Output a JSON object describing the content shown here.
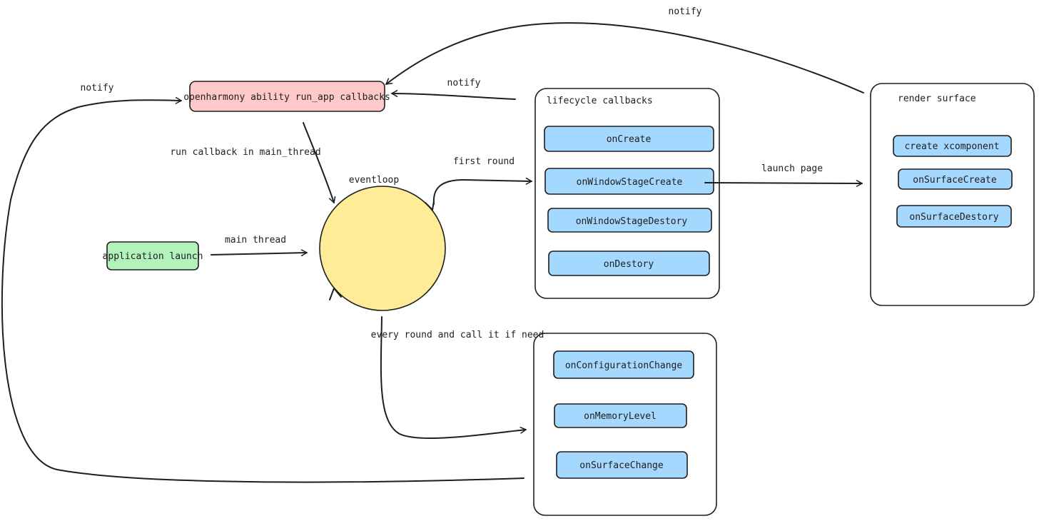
{
  "colors": {
    "stroke": "#1e1e1e",
    "pink": "#ffc9c9",
    "green": "#b2f2bb",
    "yellow": "#ffec99",
    "blue": "#a5d8ff",
    "white": "#ffffff"
  },
  "nodes": {
    "run_app": "openharmony ability run_app callbacks",
    "app_launch": "application launch",
    "eventloop": "eventloop",
    "lifecycle_title": "lifecycle callbacks",
    "on_create": "onCreate",
    "on_window_stage_create": "onWindowStageCreate",
    "on_window_stage_destory": "onWindowStageDestory",
    "on_destory": "onDestory",
    "render_title": "render surface",
    "create_xcomponent": "create xcomponent",
    "on_surface_create": "onSurfaceCreate",
    "on_surface_destory": "onSurfaceDestory",
    "on_configuration_change": "onConfigurationChange",
    "on_memory_level": "onMemoryLevel",
    "on_surface_change": "onSurfaceChange"
  },
  "edges": {
    "notify_top": "notify",
    "notify_left": "notify",
    "notify_middle": "notify",
    "run_callback": "run callback in main_thread",
    "main_thread": "main thread",
    "first_round": "first round",
    "launch_page": "launch page",
    "every_round": "every round and call it if need"
  }
}
